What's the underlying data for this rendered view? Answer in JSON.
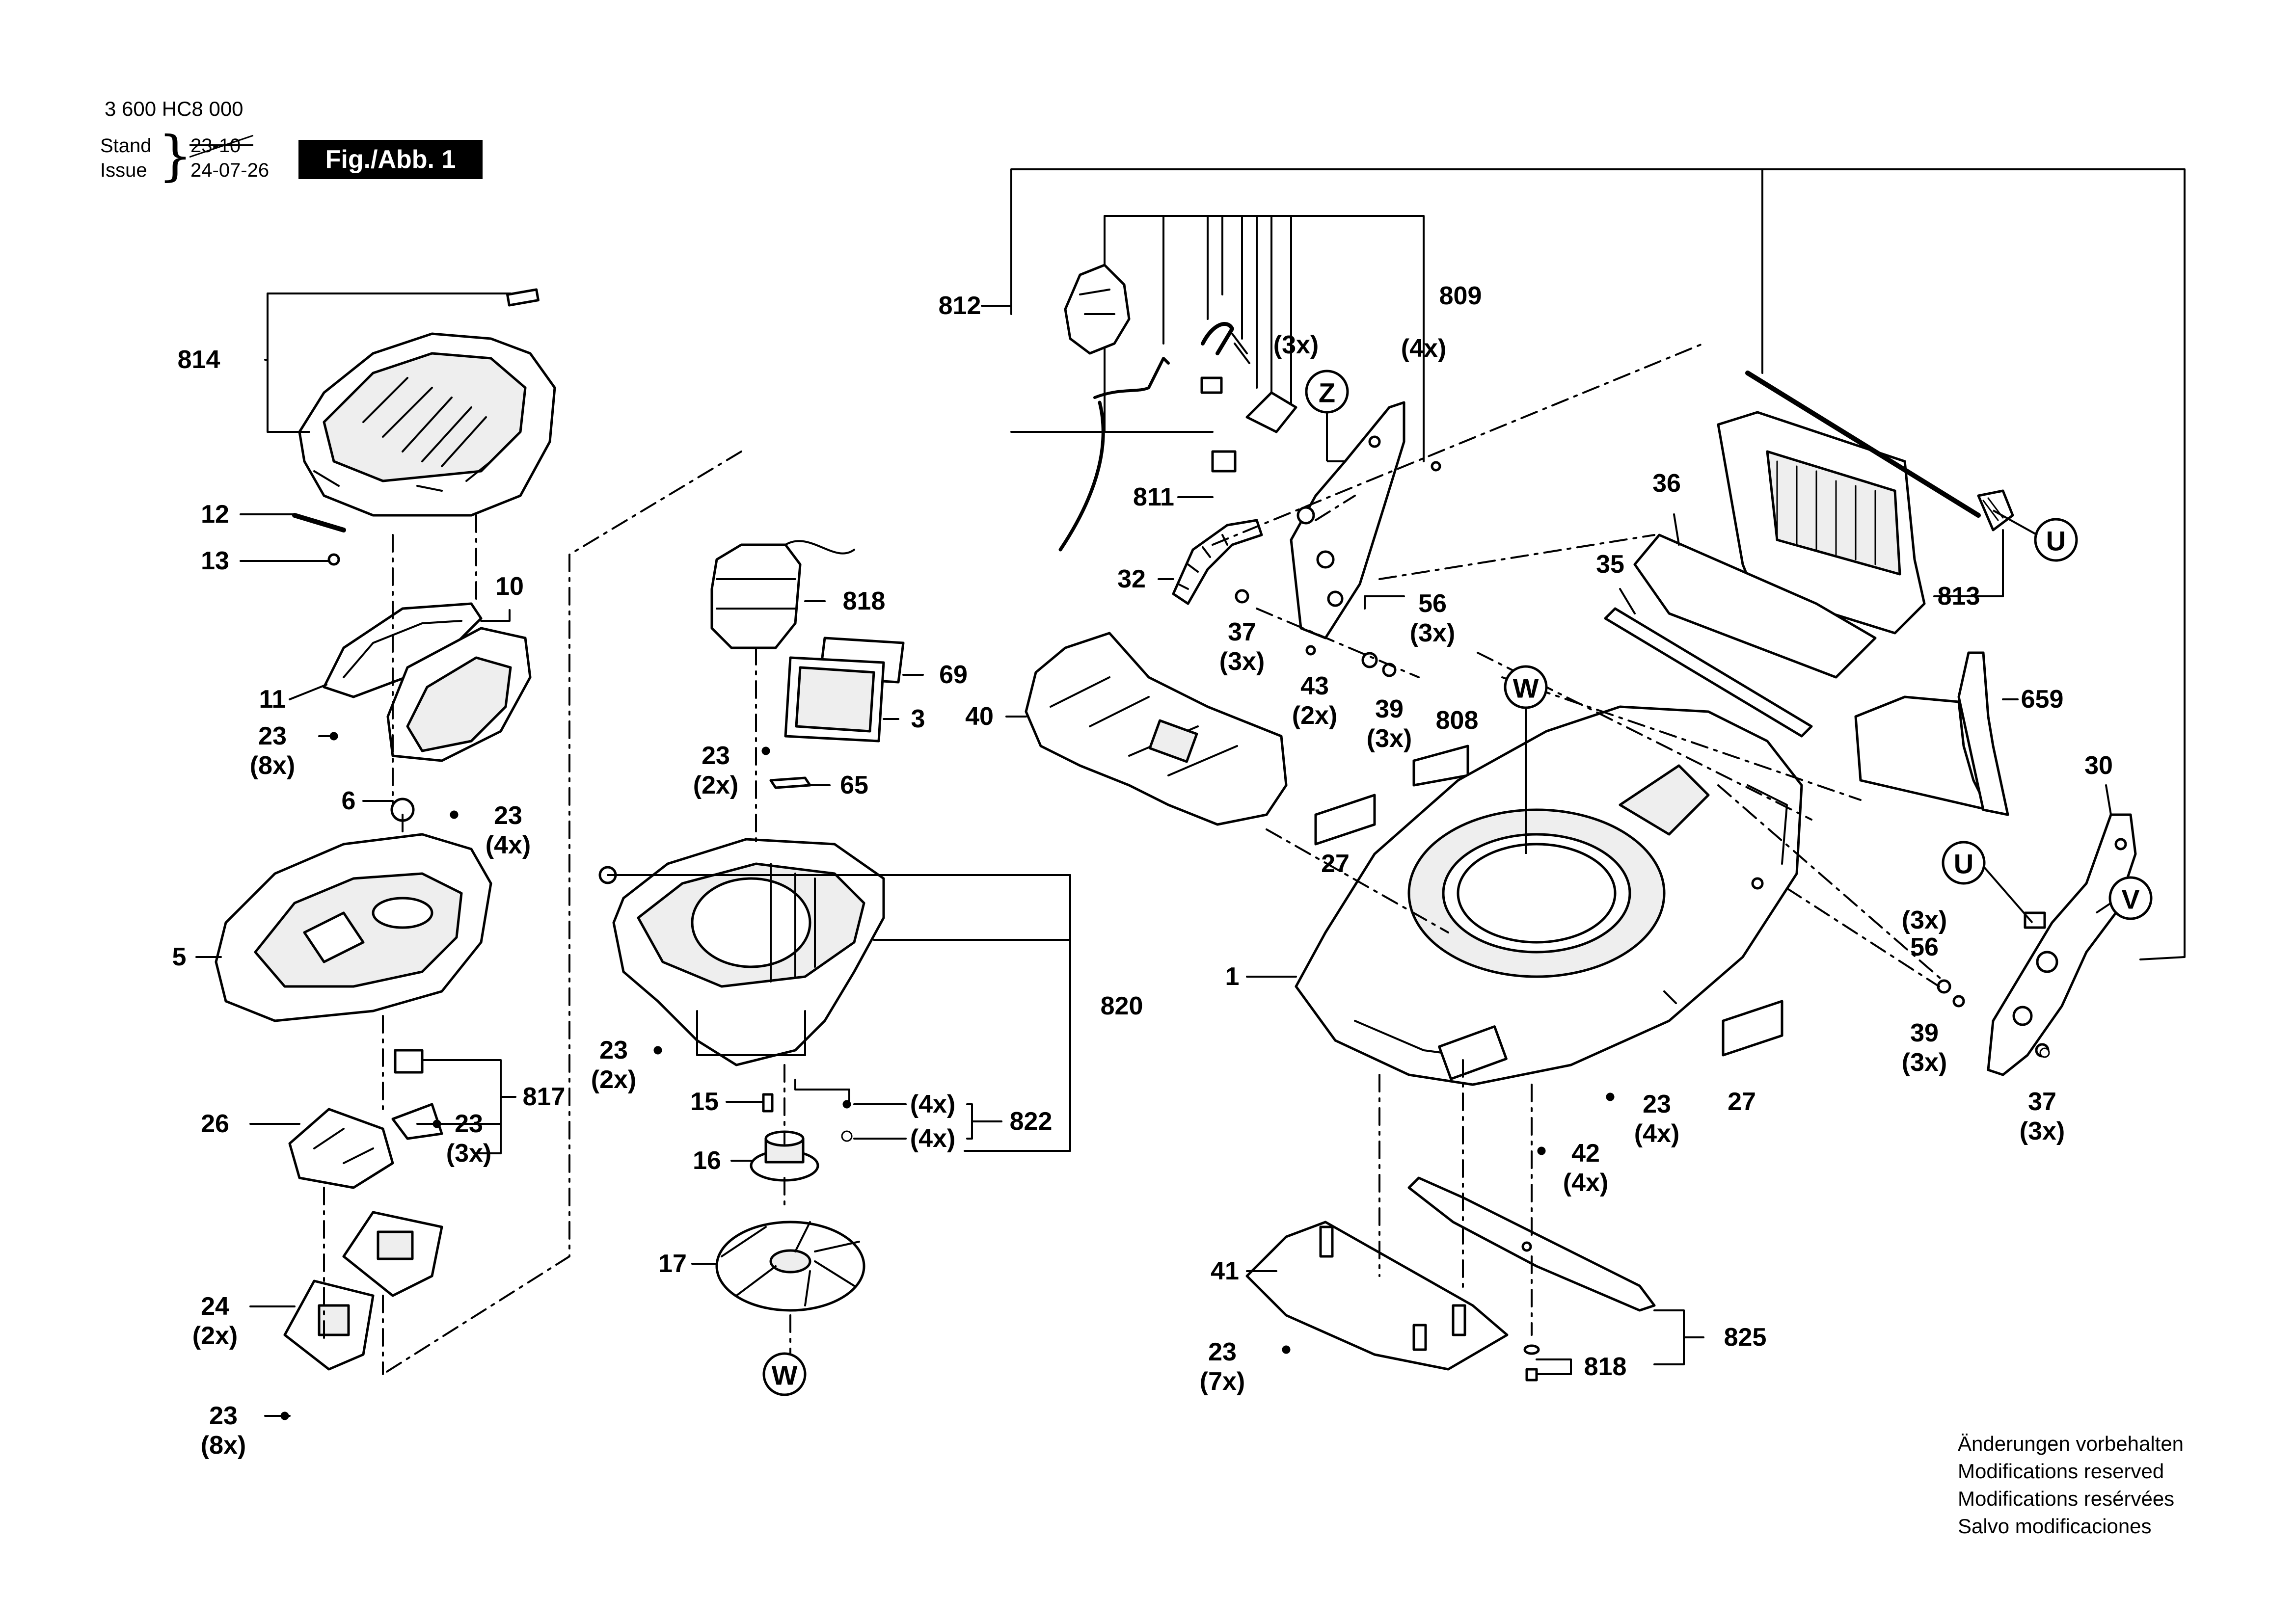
{
  "header": {
    "doc_number": "3 600 HC8 000",
    "stand_label": "Stand",
    "issue_label": "Issue",
    "old_date": "23-10",
    "new_date": "24-07-26",
    "figure_badge": "Fig./Abb. 1"
  },
  "notice": [
    "Änderungen vorbehalten",
    "Modifications reserved",
    "Modifications resérvées",
    "Salvo modificaciones"
  ],
  "callouts": [
    {
      "id": "814",
      "qty": ""
    },
    {
      "id": "12",
      "qty": ""
    },
    {
      "id": "13",
      "qty": ""
    },
    {
      "id": "10",
      "qty": ""
    },
    {
      "id": "11",
      "qty": ""
    },
    {
      "id": "23",
      "qty": "(8x)"
    },
    {
      "id": "6",
      "qty": ""
    },
    {
      "id": "23",
      "qty": "(4x)"
    },
    {
      "id": "5",
      "qty": ""
    },
    {
      "id": "817",
      "qty": ""
    },
    {
      "id": "26",
      "qty": ""
    },
    {
      "id": "23",
      "qty": "(3x)"
    },
    {
      "id": "24",
      "qty": "(2x)"
    },
    {
      "id": "23",
      "qty": "(8x)"
    },
    {
      "id": "818",
      "qty": ""
    },
    {
      "id": "69",
      "qty": ""
    },
    {
      "id": "3",
      "qty": ""
    },
    {
      "id": "23",
      "qty": "(2x)"
    },
    {
      "id": "65",
      "qty": ""
    },
    {
      "id": "820",
      "qty": ""
    },
    {
      "id": "23",
      "qty": "(2x)"
    },
    {
      "id": "15",
      "qty": ""
    },
    {
      "id": "822",
      "qty": "(4x)"
    },
    {
      "id": "16",
      "qty": ""
    },
    {
      "id": "17",
      "qty": ""
    },
    {
      "id": "812",
      "qty": ""
    },
    {
      "id": "809",
      "qty": "(4x)"
    },
    {
      "id": "811",
      "qty": ""
    },
    {
      "id": "32",
      "qty": ""
    },
    {
      "id": "37",
      "qty": "(3x)"
    },
    {
      "id": "43",
      "qty": "(2x)"
    },
    {
      "id": "56",
      "qty": "(3x)"
    },
    {
      "id": "39",
      "qty": "(3x)"
    },
    {
      "id": "40",
      "qty": ""
    },
    {
      "id": "808",
      "qty": ""
    },
    {
      "id": "27",
      "qty": ""
    },
    {
      "id": "1",
      "qty": ""
    },
    {
      "id": "36",
      "qty": ""
    },
    {
      "id": "35",
      "qty": ""
    },
    {
      "id": "813",
      "qty": ""
    },
    {
      "id": "659",
      "qty": ""
    },
    {
      "id": "30",
      "qty": ""
    },
    {
      "id": "23",
      "qty": "(4x)"
    },
    {
      "id": "27",
      "qty": ""
    },
    {
      "id": "42",
      "qty": "(4x)"
    },
    {
      "id": "41",
      "qty": ""
    },
    {
      "id": "23",
      "qty": "(7x)"
    },
    {
      "id": "825",
      "qty": ""
    },
    {
      "id": "818",
      "qty": ""
    }
  ],
  "circle_markers": [
    "Z",
    "W",
    "U",
    "U",
    "V",
    "W"
  ],
  "labels": {
    "814": "814",
    "12": "12",
    "13": "13",
    "10": "10",
    "11": "11",
    "6": "6",
    "5": "5",
    "817": "817",
    "26": "26",
    "24": "24",
    "818": "818",
    "69": "69",
    "3": "3",
    "65": "65",
    "820": "820",
    "15": "15",
    "822": "822",
    "16": "16",
    "17": "17",
    "812": "812",
    "809": "809",
    "811": "811",
    "32": "32",
    "37": "37",
    "43": "43",
    "56": "56",
    "39": "39",
    "40": "40",
    "808": "808",
    "27": "27",
    "1": "1",
    "36": "36",
    "35": "35",
    "813": "813",
    "659": "659",
    "30": "30",
    "42": "42",
    "41": "41",
    "825": "825",
    "23": "23",
    "q2x": "(2x)",
    "q3x": "(3x)",
    "q4x": "(4x)",
    "q7x": "(7x)",
    "q8x": "(8x)",
    "Z": "Z",
    "W": "W",
    "U": "U",
    "V": "V"
  }
}
